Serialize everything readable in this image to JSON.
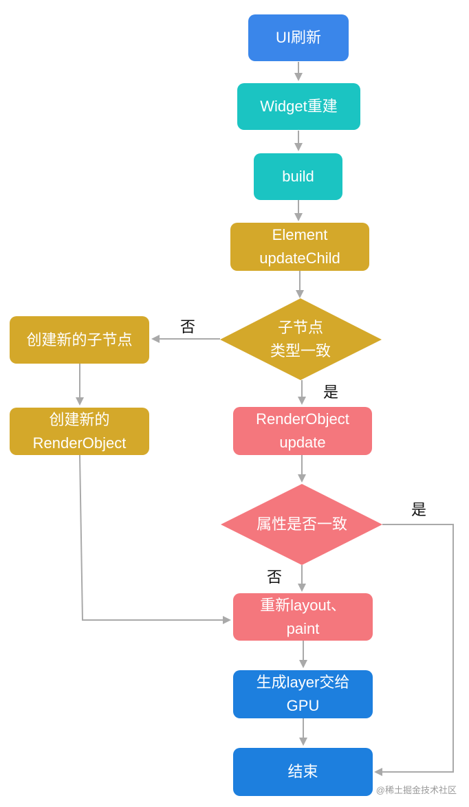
{
  "colors": {
    "blue": "#3a86ea",
    "teal": "#1bc4c2",
    "gold": "#d4a82a",
    "pink": "#f4777d",
    "deep_blue": "#1d7fde",
    "arrow": "#a9a9a9"
  },
  "nodes": {
    "ui_refresh": [
      "UI刷新"
    ],
    "widget_rebuild": [
      "Widget重建"
    ],
    "build": [
      "build"
    ],
    "element_update_child": [
      "Element",
      "updateChild"
    ],
    "child_type_same": [
      "子节点",
      "类型一致"
    ],
    "create_child": [
      "创建新的子节点"
    ],
    "create_render_object": [
      "创建新的",
      "RenderObject"
    ],
    "render_object_update": [
      "RenderObject",
      "update"
    ],
    "attrs_same": [
      "属性是否一致"
    ],
    "relayout_paint": [
      "重新layout、",
      "paint"
    ],
    "gen_layer": [
      "生成layer交给",
      "GPU"
    ],
    "end": [
      "结束"
    ]
  },
  "edge_labels": {
    "child_type_no": "否",
    "child_type_yes": "是",
    "attrs_yes": "是",
    "attrs_no": "否"
  },
  "watermark": "@稀土掘金技术社区"
}
